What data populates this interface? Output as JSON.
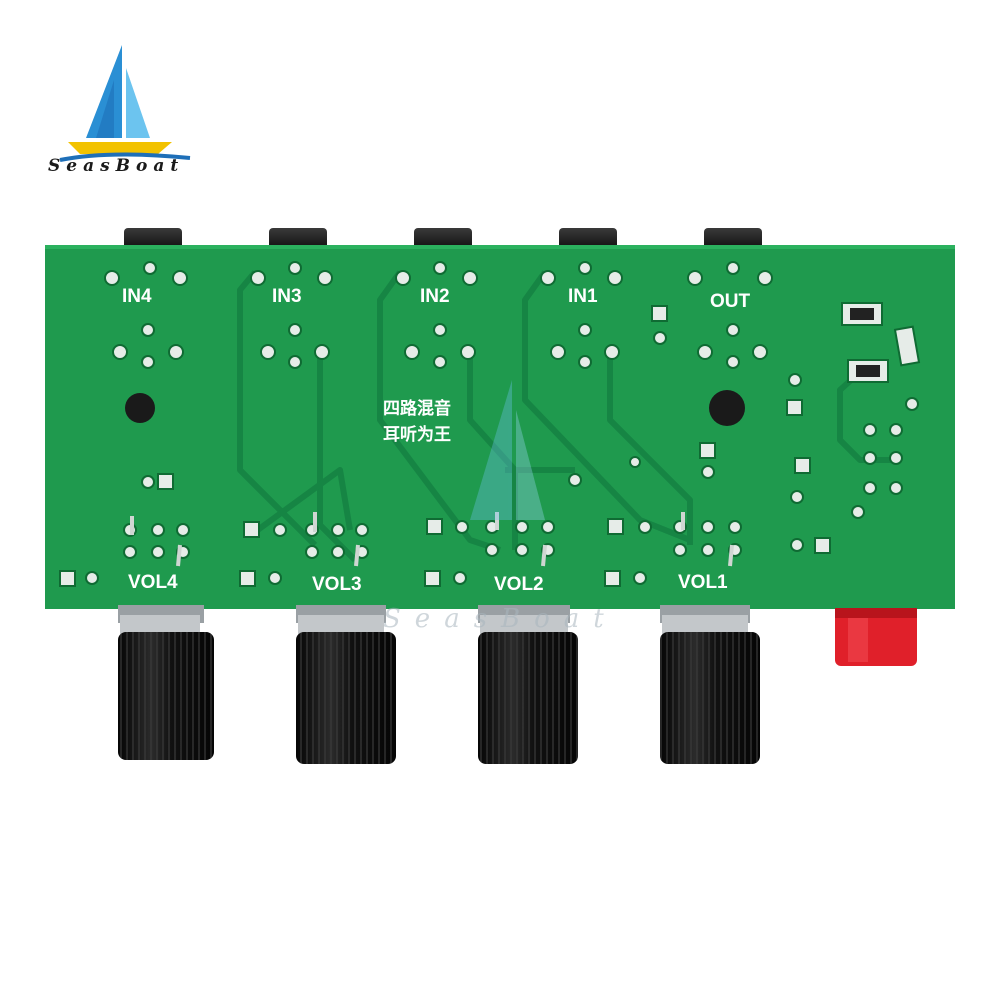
{
  "brand": {
    "name": "SeasBoat",
    "watermark": "SeasBoat",
    "colors": {
      "sail_dark": "#1f8fd6",
      "sail_light": "#6cc4ef",
      "hull": "#f2c200",
      "pcb": "#1f9a4e"
    }
  },
  "board": {
    "inputs": [
      "IN4",
      "IN3",
      "IN2",
      "IN1"
    ],
    "output": "OUT",
    "volumes": [
      "VOL4",
      "VOL3",
      "VOL2",
      "VOL1"
    ],
    "title_line1": "四路混音",
    "title_line2": "耳听为王"
  }
}
